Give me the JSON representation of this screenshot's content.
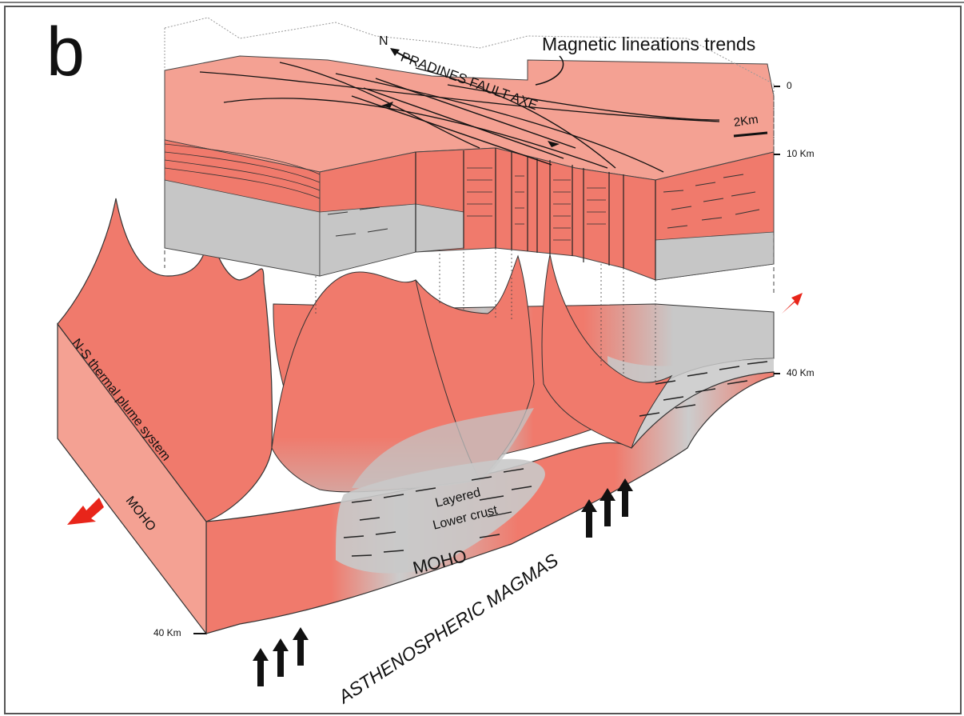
{
  "panel_label": "b",
  "labels": {
    "magnetic": "Magnetic lineations trends",
    "north": "N",
    "fault_axis": "PRADINES FAULT AXE",
    "scale": "2Km",
    "plume": "N-S thermal plume system",
    "moho_side": "MOHO",
    "layered": "Layered",
    "lower_crust": "Lower crust",
    "moho_center": "MOHO",
    "magmas": "ASTHENOSPHERIC MAGMAS"
  },
  "depth_ticks": [
    "0",
    "10 Km",
    "40 Km",
    "40 Km"
  ],
  "colors": {
    "crust_red": "#f07a6c",
    "crust_light": "#f4a193",
    "layer_grey": "#c8c8c8",
    "arrow_red": "#e8251a",
    "arrow_black": "#111111"
  }
}
